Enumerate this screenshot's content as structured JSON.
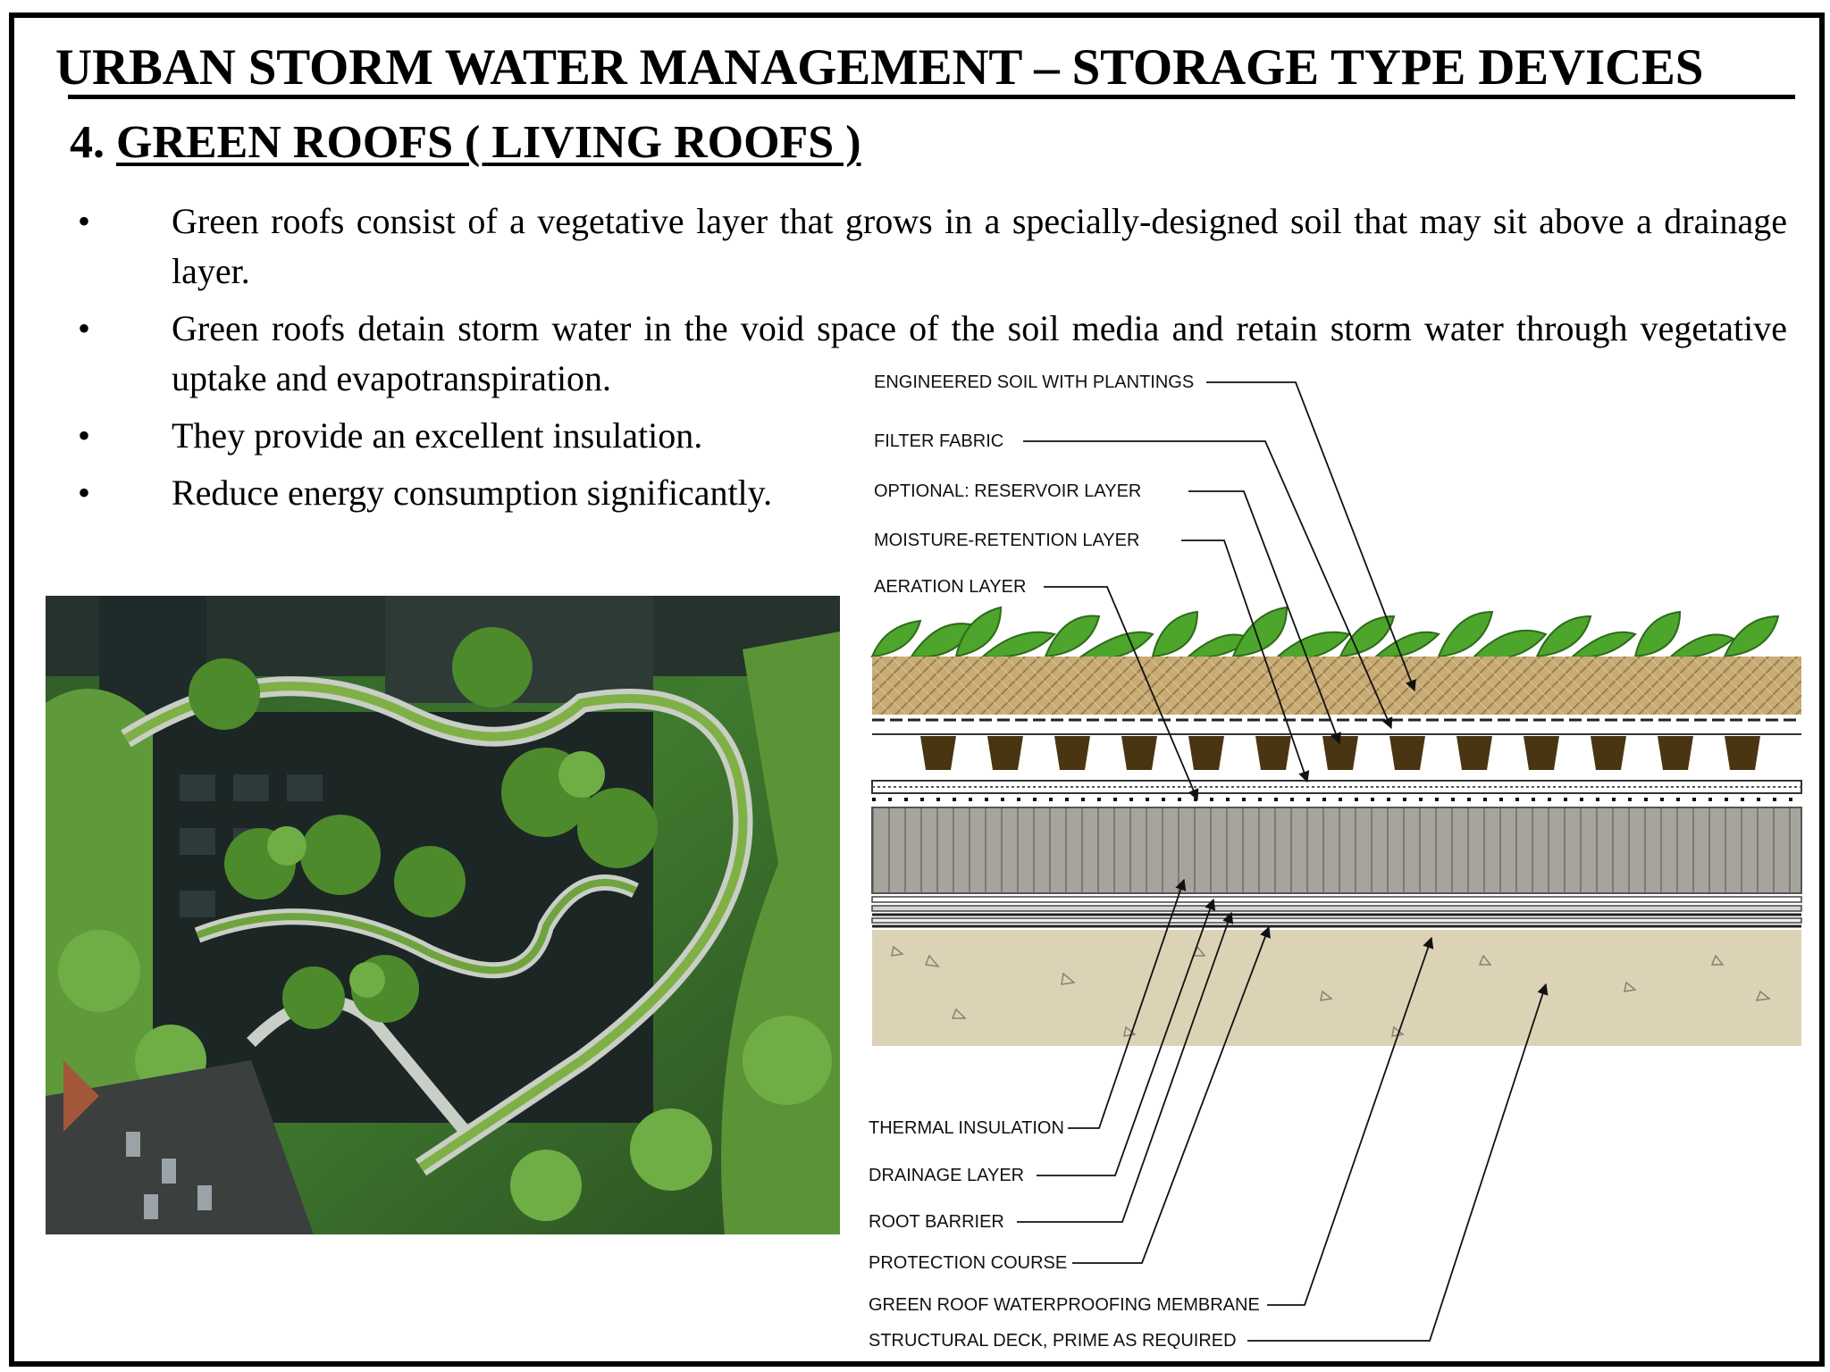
{
  "slide": {
    "title": "URBAN STORM WATER MANAGEMENT – STORAGE TYPE DEVICES",
    "subtitle_number": "4.",
    "subtitle_text": "GREEN ROOFS ( LIVING ROOFS )",
    "bullet_glyph": "•",
    "bullets": [
      "Green roofs consist of a vegetative layer that grows in a specially-designed soil that may sit above a drainage layer.",
      "Green roofs detain storm water in the void space of the soil media and retain storm water through vegetative uptake and evapotranspiration.",
      "They provide an excellent insulation.",
      "Reduce energy consumption significantly."
    ]
  },
  "diagram": {
    "top_labels": [
      "ENGINEERED SOIL WITH PLANTINGS",
      "FILTER FABRIC",
      "OPTIONAL: RESERVOIR LAYER",
      "MOISTURE-RETENTION LAYER",
      "AERATION LAYER"
    ],
    "bottom_labels": [
      "THERMAL INSULATION",
      "DRAINAGE LAYER",
      "ROOT BARRIER",
      "PROTECTION COURSE",
      "GREEN ROOF WATERPROOFING MEMBRANE",
      "STRUCTURAL DECK, PRIME AS REQUIRED"
    ]
  },
  "colors": {
    "soil": "#c8ab75",
    "leaf": "#4da52c",
    "pot": "#4a3512",
    "insulation": "#a6a49c",
    "deck": "#dcd3b7"
  }
}
